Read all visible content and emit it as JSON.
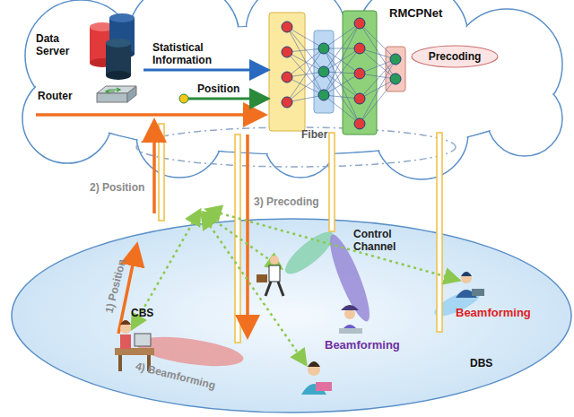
{
  "diagram": {
    "nodes": [
      {
        "text": [
          "Data Server"
        ]
      },
      {
        "text": [
          "Router"
        ]
      },
      {
        "text": [
          "RMCPNet"
        ]
      },
      {
        "text": [
          "Precoding"
        ],
        "in": 2
      }
    ],
    "edges": [
      {
        "from": 0,
        "to": 2,
        "label": "Statistical Information",
        "arrow": "to"
      },
      {
        "from": 1,
        "to": 2,
        "label": "Position",
        "arrow": "to"
      }
    ],
    "labels": [
      "Fiber",
      "2) Position",
      "3) Precoding",
      "1) Position",
      "Control Channel",
      "CBS",
      "4) Beamforming",
      "Beamforming",
      "Beamforming",
      "DBS"
    ]
  }
}
